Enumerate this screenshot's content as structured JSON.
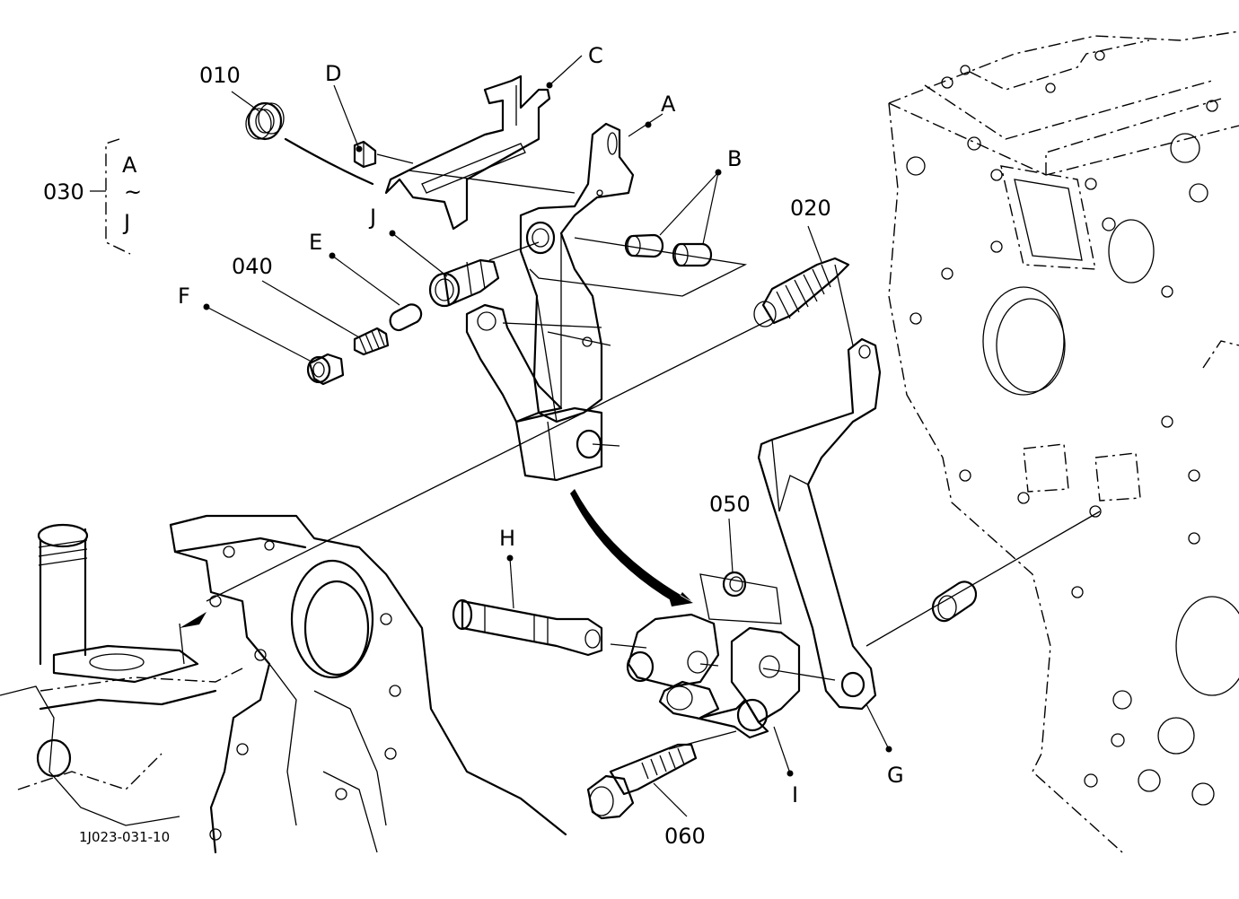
{
  "labels": {
    "p010": "010",
    "p020": "020",
    "p030": "030",
    "p040": "040",
    "p050": "050",
    "p060": "060",
    "A": "A",
    "B": "B",
    "C": "C",
    "D": "D",
    "E": "E",
    "F": "F",
    "G": "G",
    "H": "H",
    "I": "I",
    "J": "J",
    "range_start": "A",
    "range_sep": "~",
    "range_end": "J"
  },
  "figure_code": "1J023-031-10"
}
